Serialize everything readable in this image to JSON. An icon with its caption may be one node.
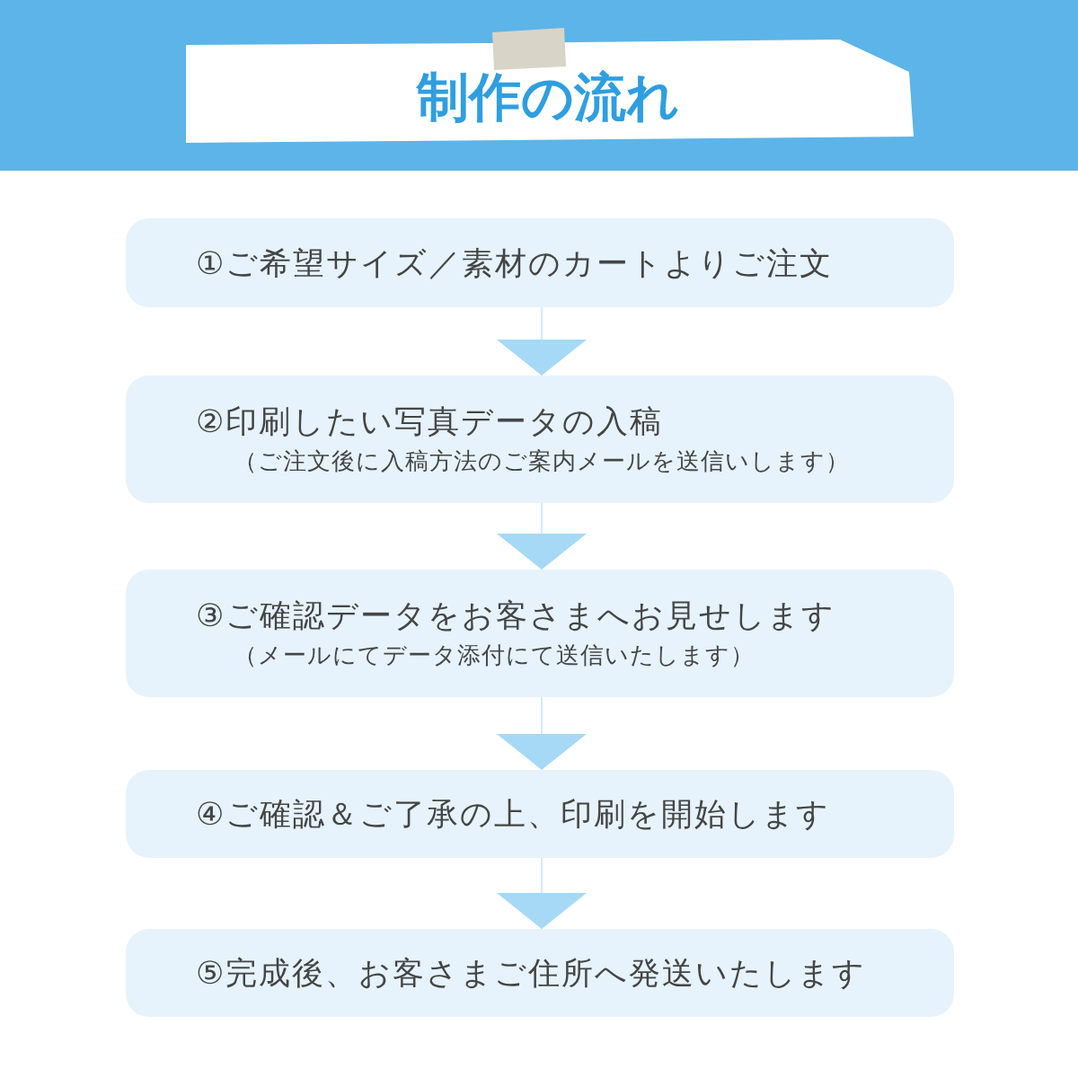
{
  "diagram": {
    "title": "制作の流れ",
    "nodes": [
      {
        "text": [
          "①ご希望サイズ／素材のカートよりご注文"
        ]
      },
      {
        "text": [
          "②印刷したい写真データの入稿",
          "（ご注文後に入稿方法のご案内メールを送信いします）"
        ]
      },
      {
        "text": [
          "③ご確認データをお客さまへお見せします",
          "（メールにてデータ添付にて送信いたします）"
        ]
      },
      {
        "text": [
          "④ご確認＆ご了承の上、印刷を開始します"
        ]
      },
      {
        "text": [
          "⑤完成後、お客さまご住所へ発送いたします"
        ]
      }
    ],
    "edges": [
      {
        "from": 0,
        "to": 1,
        "arrow": "to"
      },
      {
        "from": 1,
        "to": 2,
        "arrow": "to"
      },
      {
        "from": 2,
        "to": 3,
        "arrow": "to"
      },
      {
        "from": 3,
        "to": 4,
        "arrow": "to"
      }
    ]
  }
}
